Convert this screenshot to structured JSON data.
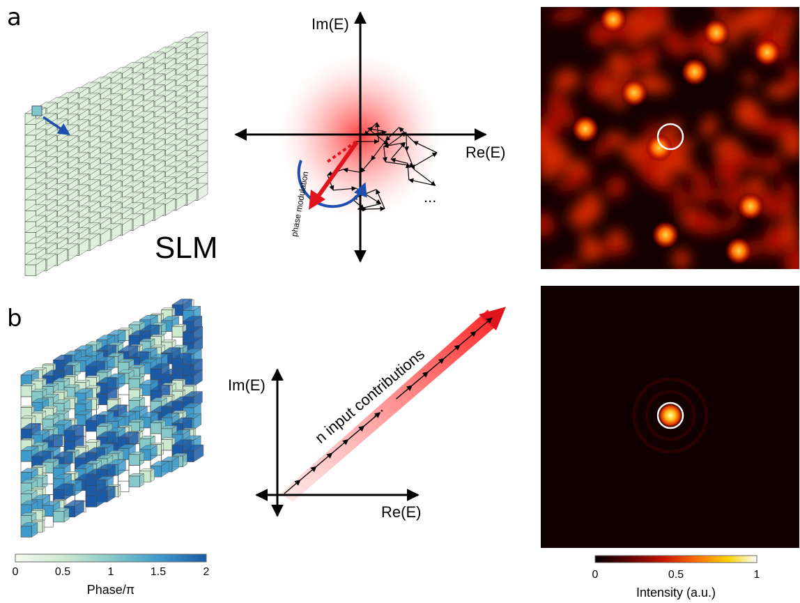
{
  "panels": {
    "a": {
      "label": "a",
      "slm_label": "SLM",
      "phasor": {
        "im_label": "Im(E)",
        "re_label": "Re(E)",
        "modulation_label": "phase modulation",
        "dots": "..."
      }
    },
    "b": {
      "label": "b",
      "phasor": {
        "im_label": "Im(E)",
        "re_label": "Re(E)",
        "contributions_label": "n input contributions",
        "dots": "..."
      }
    }
  },
  "colorbars": {
    "phase": {
      "title": "Phase/π",
      "ticks": [
        "0",
        "0.5",
        "1",
        "1.5",
        "2"
      ],
      "range": [
        0,
        2
      ],
      "colors": [
        "#f4f9f0",
        "#cde9cf",
        "#86c9c8",
        "#3f9bcb",
        "#1a5aa6"
      ]
    },
    "intensity": {
      "title": "Intensity (a.u.)",
      "ticks": [
        "0",
        "0.5",
        "1"
      ],
      "range": [
        0,
        1
      ],
      "colors": [
        "#000000",
        "#5a0000",
        "#c81400",
        "#ff6a00",
        "#ffd200",
        "#ffffff"
      ]
    }
  },
  "colors": {
    "pixel_fill": "#dff1dc",
    "arrow_blue": "#1f4fae",
    "arrow_red": "#e0141c",
    "focus_circle": "#ffffff"
  }
}
